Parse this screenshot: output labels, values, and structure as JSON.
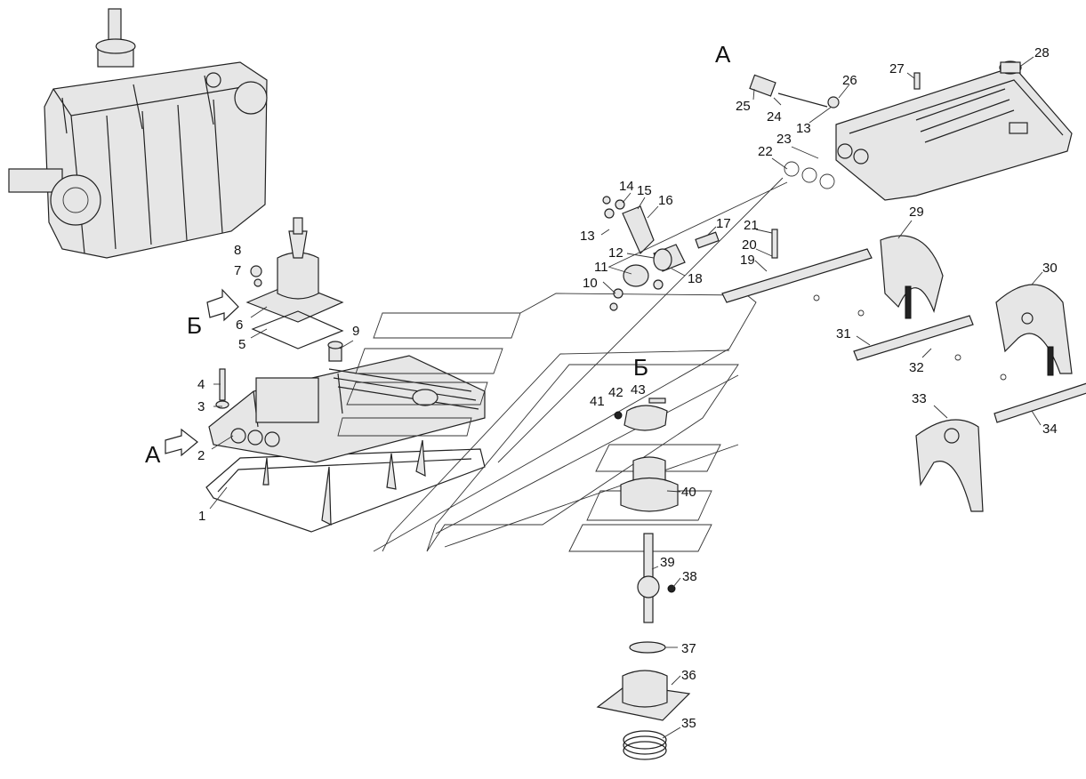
{
  "view_markers": {
    "a": "А",
    "b": "Б"
  },
  "part_numbers": [
    "1",
    "2",
    "3",
    "4",
    "5",
    "6",
    "7",
    "8",
    "9",
    "10",
    "11",
    "12",
    "13",
    "14",
    "15",
    "16",
    "17",
    "18",
    "19",
    "20",
    "21",
    "22",
    "23",
    "24",
    "25",
    "26",
    "27",
    "28",
    "29",
    "30",
    "31",
    "32",
    "33",
    "34",
    "35",
    "36",
    "37",
    "38",
    "39",
    "40",
    "41",
    "42",
    "43"
  ],
  "colors": {
    "line": "#222222",
    "part_fill": "#e6e6e6",
    "background": "#ffffff"
  }
}
